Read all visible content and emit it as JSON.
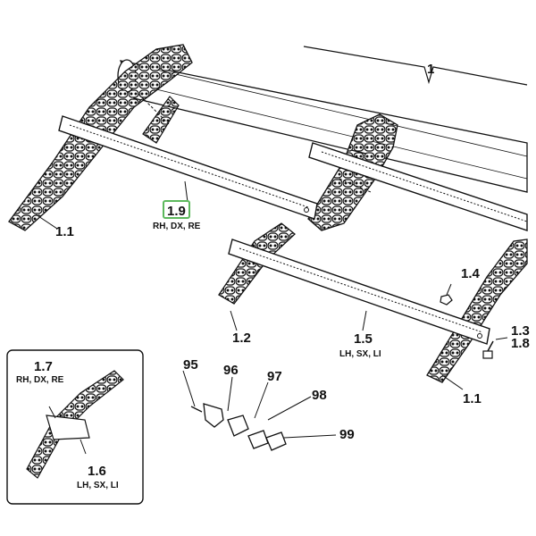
{
  "callouts": {
    "c1": "1",
    "c1_1_left": "1.1",
    "c1_1_right": "1.1",
    "c1_2": "1.2",
    "c1_3": "1.3",
    "c1_4": "1.4",
    "c1_5": "1.5",
    "c1_5_sub": "LH, SX, LI",
    "c1_6": "1.6",
    "c1_6_sub": "LH, SX, LI",
    "c1_7": "1.7",
    "c1_7_sub": "RH, DX, RE",
    "c1_8": "1.8",
    "c1_9": "1.9",
    "c1_9_sub": "RH, DX, RE",
    "c95": "95",
    "c96": "96",
    "c97": "97",
    "c98": "98",
    "c99": "99"
  },
  "highlight_color": "#5cb85c"
}
